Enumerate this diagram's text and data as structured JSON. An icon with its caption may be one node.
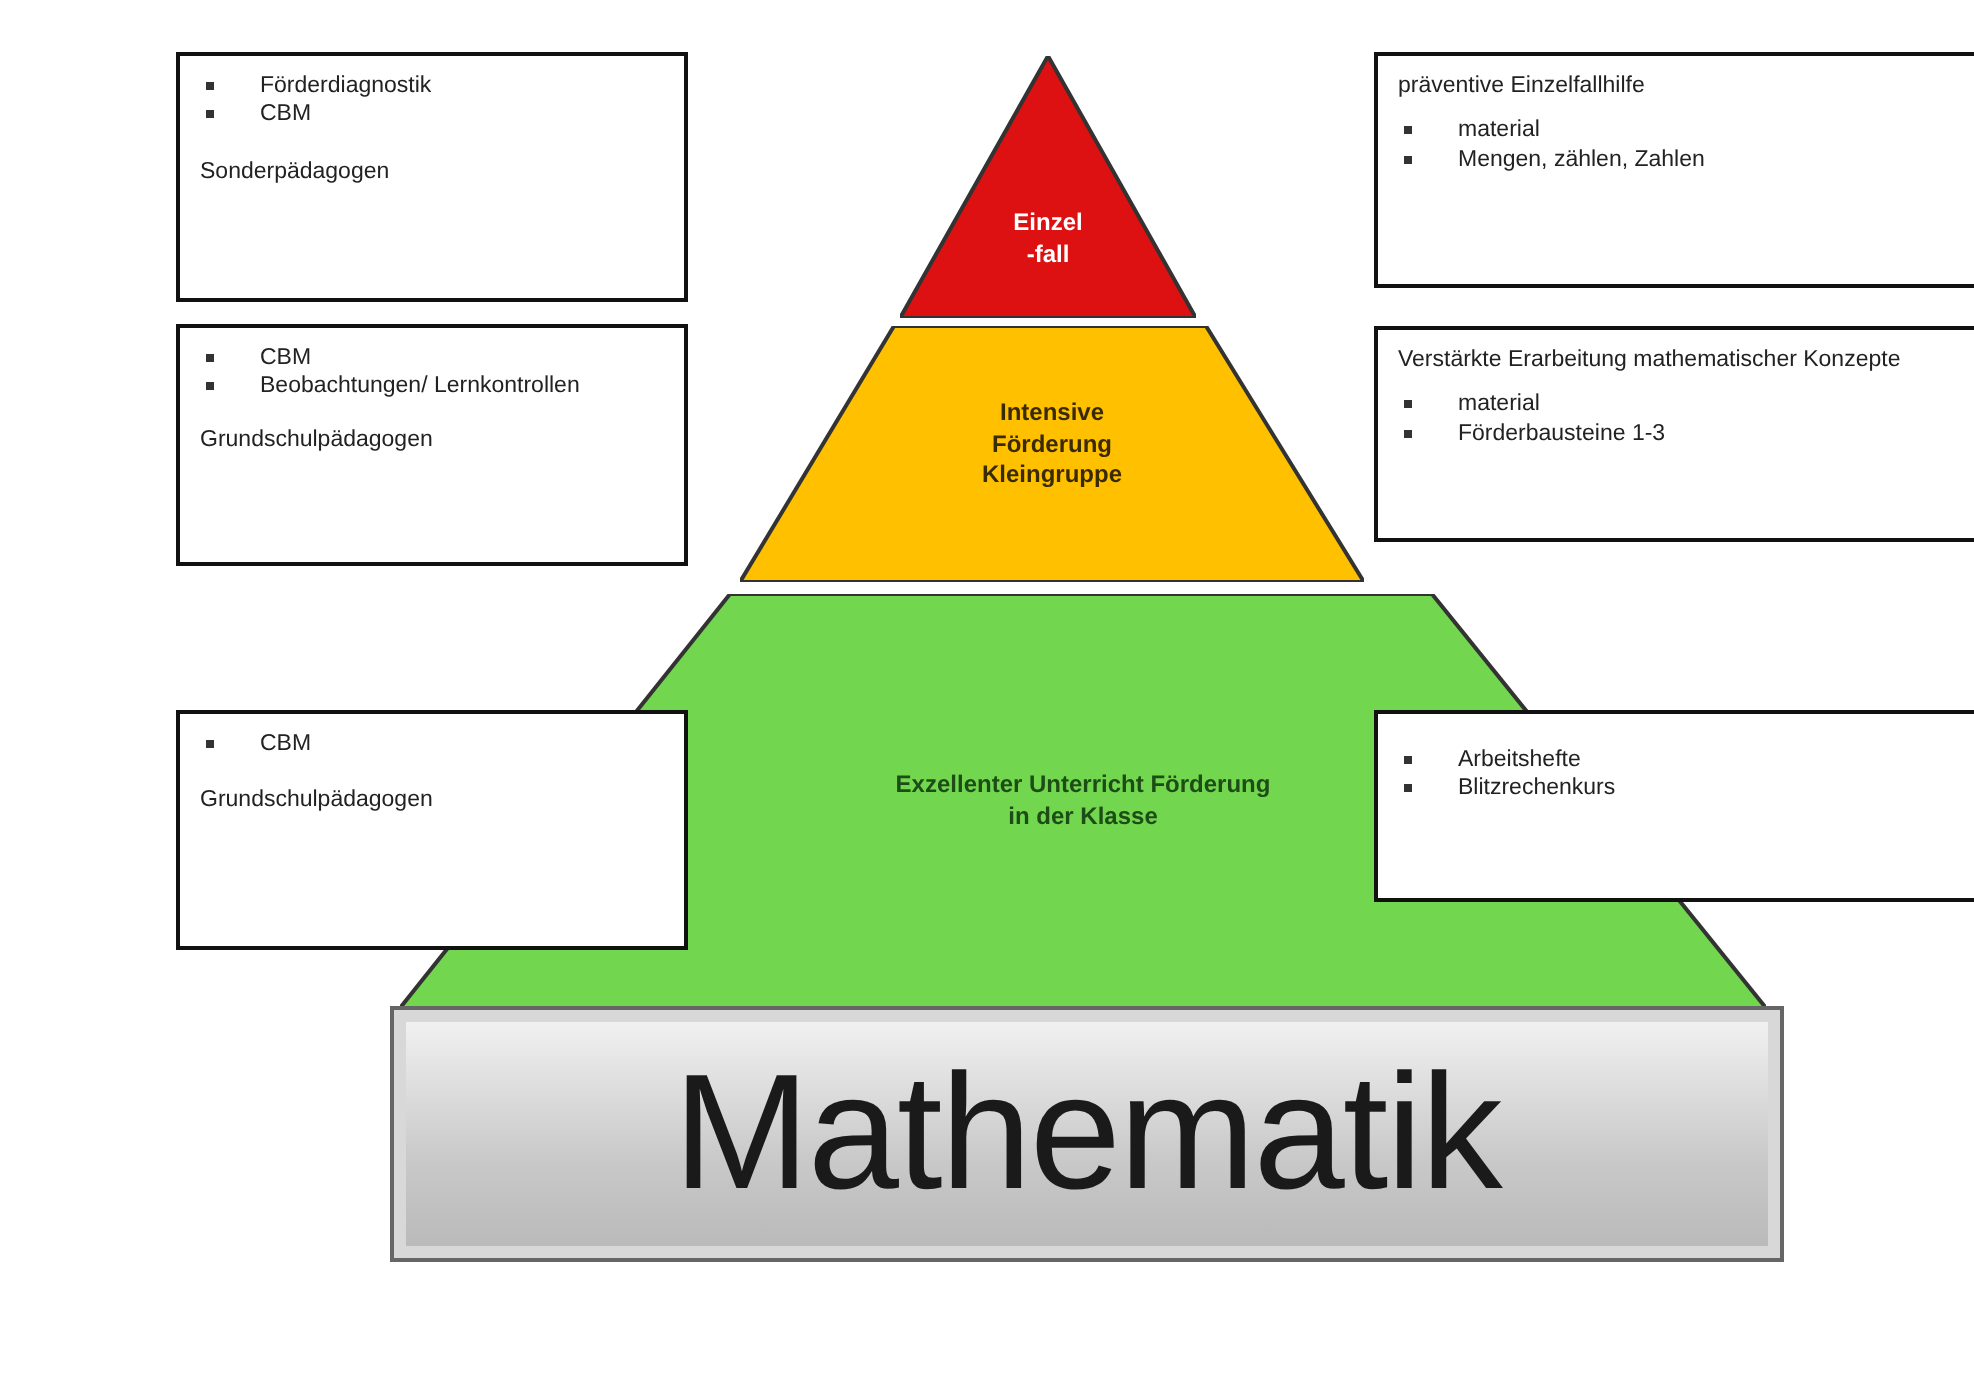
{
  "diagram": {
    "nodes": [
      {
        "text": [
          "Förderdiagnostik",
          "CBM",
          "Sonderpädagogen"
        ]
      },
      {
        "text": [
          "Einzel -fall"
        ]
      },
      {
        "text": [
          "präventive Einzelfallhilfe",
          "material",
          "Mengen, zählen, Zahlen"
        ]
      },
      {
        "text": [
          "CBM",
          "Beobachtungen/ Lernkontrollen",
          "Grundschulpädagogen"
        ]
      },
      {
        "text": [
          "Intensive Förderung Kleingruppe"
        ]
      },
      {
        "text": [
          "Verstärkte Erarbeitung mathematischer Konzepte",
          "material",
          "Förderbausteine 1-3"
        ]
      },
      {
        "text": [
          "CBM",
          "Grundschulpädagogen"
        ]
      },
      {
        "text": [
          "Exzellenter Unterricht Förderung in der Klasse"
        ]
      },
      {
        "text": [
          "Arbeitshefte",
          "Blitzrechenkurs"
        ]
      },
      {
        "text": [
          "Mathematik"
        ]
      }
    ]
  }
}
